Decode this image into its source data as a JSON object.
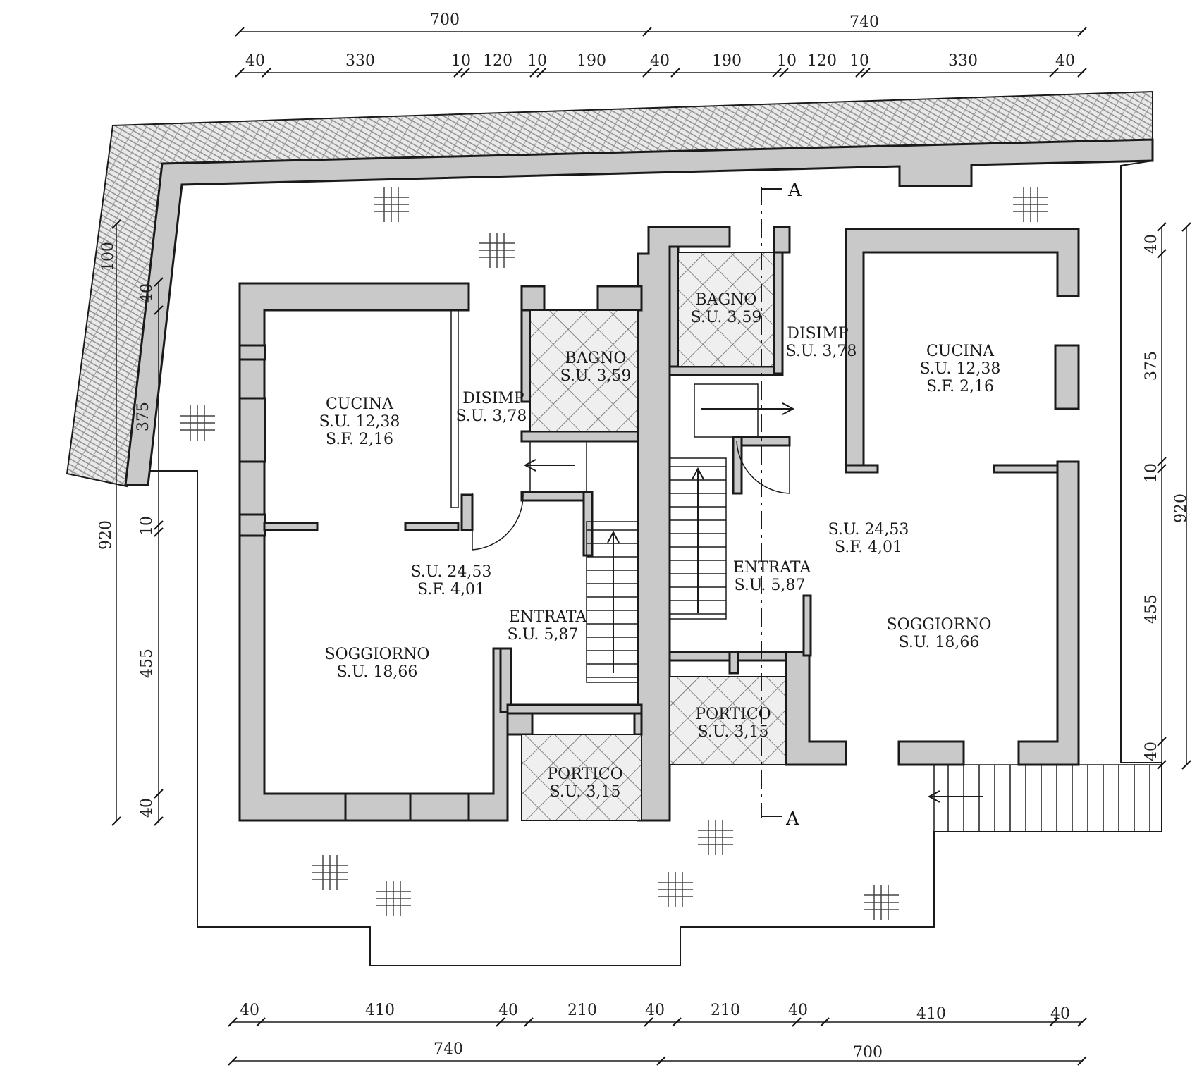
{
  "title": "",
  "dimensions": {
    "top_total": [
      "700",
      "740"
    ],
    "top_detail": [
      "40",
      "330",
      "10",
      "120",
      "10",
      "190",
      "40",
      "190",
      "10",
      "120",
      "10",
      "330",
      "40"
    ],
    "bottom_detail": [
      "40",
      "410",
      "40",
      "210",
      "40",
      "210",
      "40",
      "410",
      "40"
    ],
    "bottom_total": [
      "740",
      "700"
    ],
    "left_total": "920",
    "left_detail": [
      "100",
      "40",
      "375",
      "10",
      "455",
      "40"
    ],
    "right_total": "920",
    "right_detail": [
      "40",
      "375",
      "10",
      "455",
      "40"
    ]
  },
  "section_marker": "A",
  "rooms": {
    "left_cucina": [
      "CUCINA",
      "S.U. 12,38",
      "S.F. 2,16"
    ],
    "left_disimp": [
      "DISIMP",
      "S.U. 3,78"
    ],
    "left_bagno": [
      "BAGNO",
      "S.U. 3,59"
    ],
    "left_living": [
      "S.U. 24,53",
      "S.F. 4,01"
    ],
    "left_entrata": [
      "ENTRATA",
      "S.U. 5,87"
    ],
    "left_soggiorno": [
      "SOGGIORNO",
      "S.U. 18,66"
    ],
    "left_portico": [
      "PORTICO",
      "S.U. 3,15"
    ],
    "right_bagno": [
      "BAGNO",
      "S.U. 3,59"
    ],
    "right_disimp": [
      "DISIMP",
      "S.U. 3,78"
    ],
    "right_cucina": [
      "CUCINA",
      "S.U. 12,38",
      "S.F. 2,16"
    ],
    "right_living": [
      "S.U. 24,53",
      "S.F. 4,01"
    ],
    "right_entrata": [
      "ENTRATA",
      "S.U. 5,87"
    ],
    "right_soggiorno": [
      "SOGGIORNO",
      "S.U. 18,66"
    ],
    "right_portico": [
      "PORTICO",
      "S.U. 3,15"
    ]
  },
  "colors": {
    "wall": "#c9c9c9",
    "ink": "#1a1a1a",
    "background": "#ffffff"
  }
}
